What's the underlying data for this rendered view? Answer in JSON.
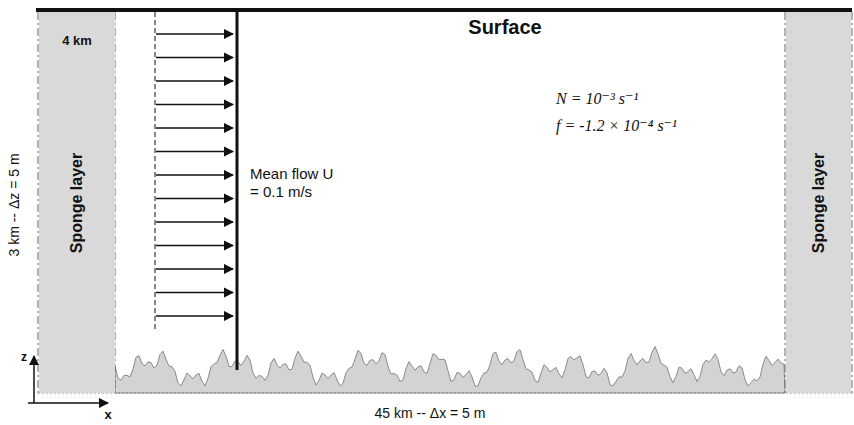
{
  "diagram": {
    "nodes": [
      {
        "text": [
          "Sponge layer"
        ]
      },
      {
        "text": [
          "Sponge layer"
        ]
      }
    ],
    "labels": [
      "Surface",
      "4 km",
      "3 km -- Δz = 5 m",
      "Mean flow U = 0.1 m/s",
      "N = 10⁻³ s⁻¹",
      "f = -1.2 × 10⁻⁴ s⁻¹",
      "z",
      "x",
      "45 km -- Δx = 5 m"
    ]
  }
}
